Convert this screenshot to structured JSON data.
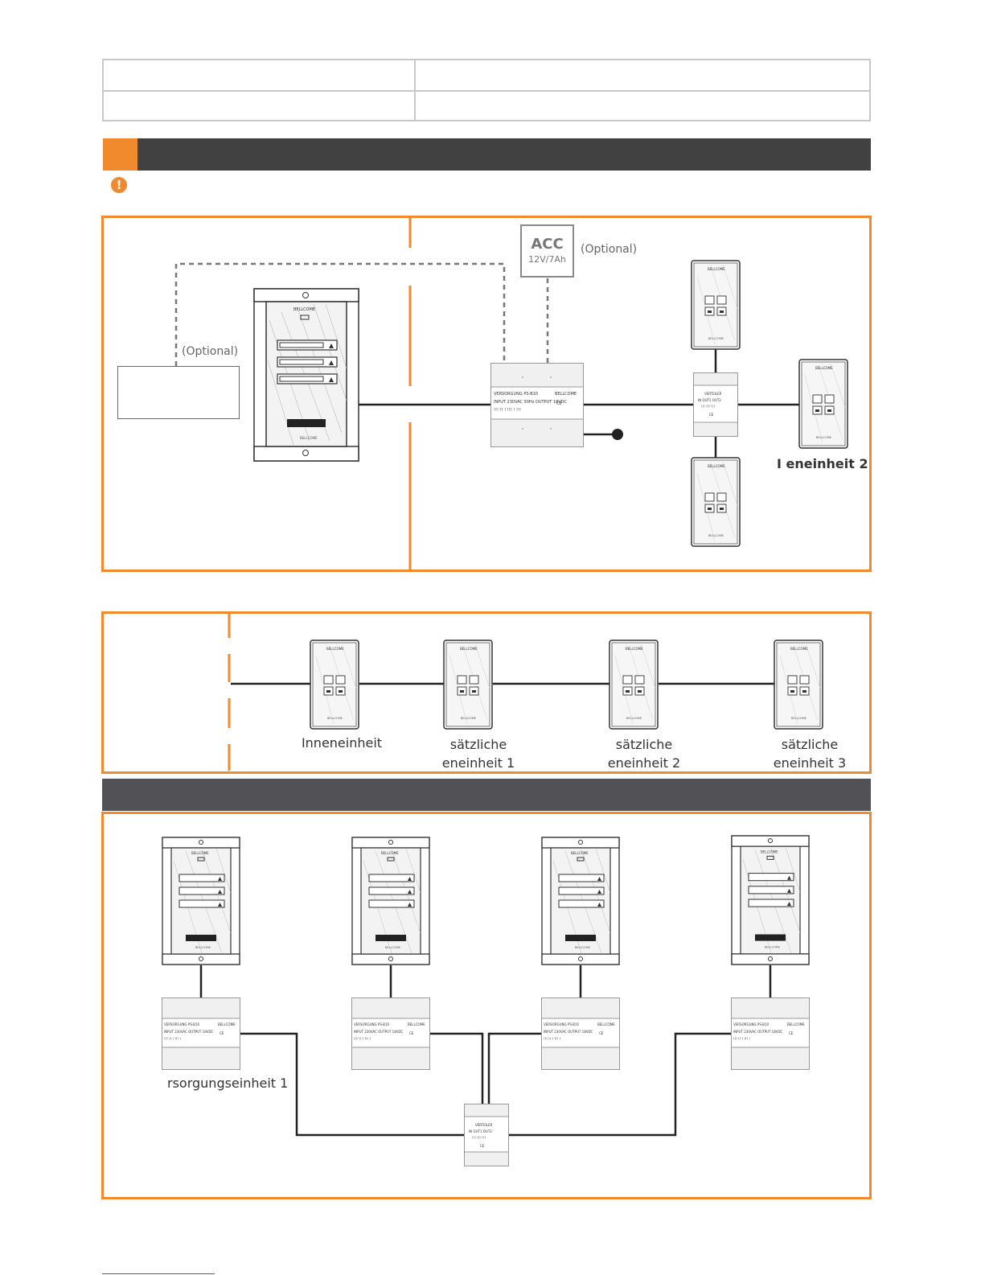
{
  "top_table": {
    "rows": 2,
    "columns": 2
  },
  "section1": {
    "warning_icon": "exclamation-icon",
    "warning_glyph": "!"
  },
  "diagram1": {
    "acc": {
      "title": "ACC",
      "subtitle": "12V/7Ah"
    },
    "optional_label": "(Optional)",
    "indoor_label": "I    eneinheit 2",
    "panel_buttons": 3
  },
  "diagram2": {
    "labels": [
      {
        "line1": "Inneneinheit",
        "line2": ""
      },
      {
        "line1": "sätzliche",
        "line2": "eneinheit 1"
      },
      {
        "line1": "sätzliche",
        "line2": "eneinheit 2"
      },
      {
        "line1": "sätzliche",
        "line2": "eneinheit 3"
      }
    ]
  },
  "diagram3": {
    "power_label": "rsorgungseinheit 1"
  },
  "colors": {
    "accent": "#f08a2c",
    "bar": "#414141",
    "line": "#222222",
    "dashed": "#777777"
  }
}
